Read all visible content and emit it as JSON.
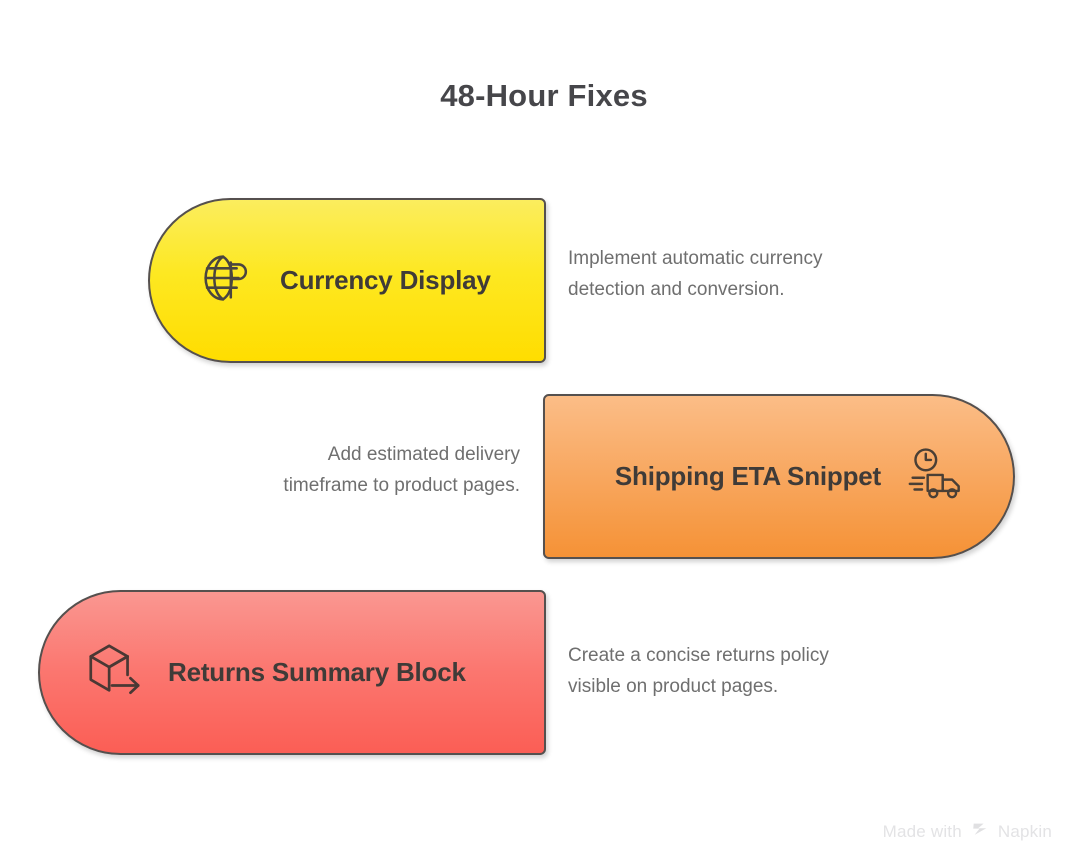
{
  "title": "48-Hour Fixes",
  "items": [
    {
      "label": "Currency Display",
      "description": "Implement automatic currency\ndetection and conversion.",
      "icon": "globe-currency-icon",
      "color": "#ffdd00",
      "side": "left"
    },
    {
      "label": "Shipping ETA Snippet",
      "description": "Add estimated delivery\ntimeframe to product pages.",
      "icon": "delivery-truck-clock-icon",
      "color": "#f59236",
      "side": "right"
    },
    {
      "label": "Returns Summary Block",
      "description": "Create a concise returns policy\nvisible on product pages.",
      "icon": "box-return-arrow-icon",
      "color": "#fb5e55",
      "side": "left"
    }
  ],
  "footer": {
    "made_with": "Made with",
    "brand": "Napkin",
    "logo_icon": "napkin-logo-icon"
  },
  "colors": {
    "title": "#46464a",
    "description": "#6f6f6f",
    "pill_border": "#55504e",
    "pill_label": "#3f3b38",
    "watermark": "#e3e3e5"
  }
}
